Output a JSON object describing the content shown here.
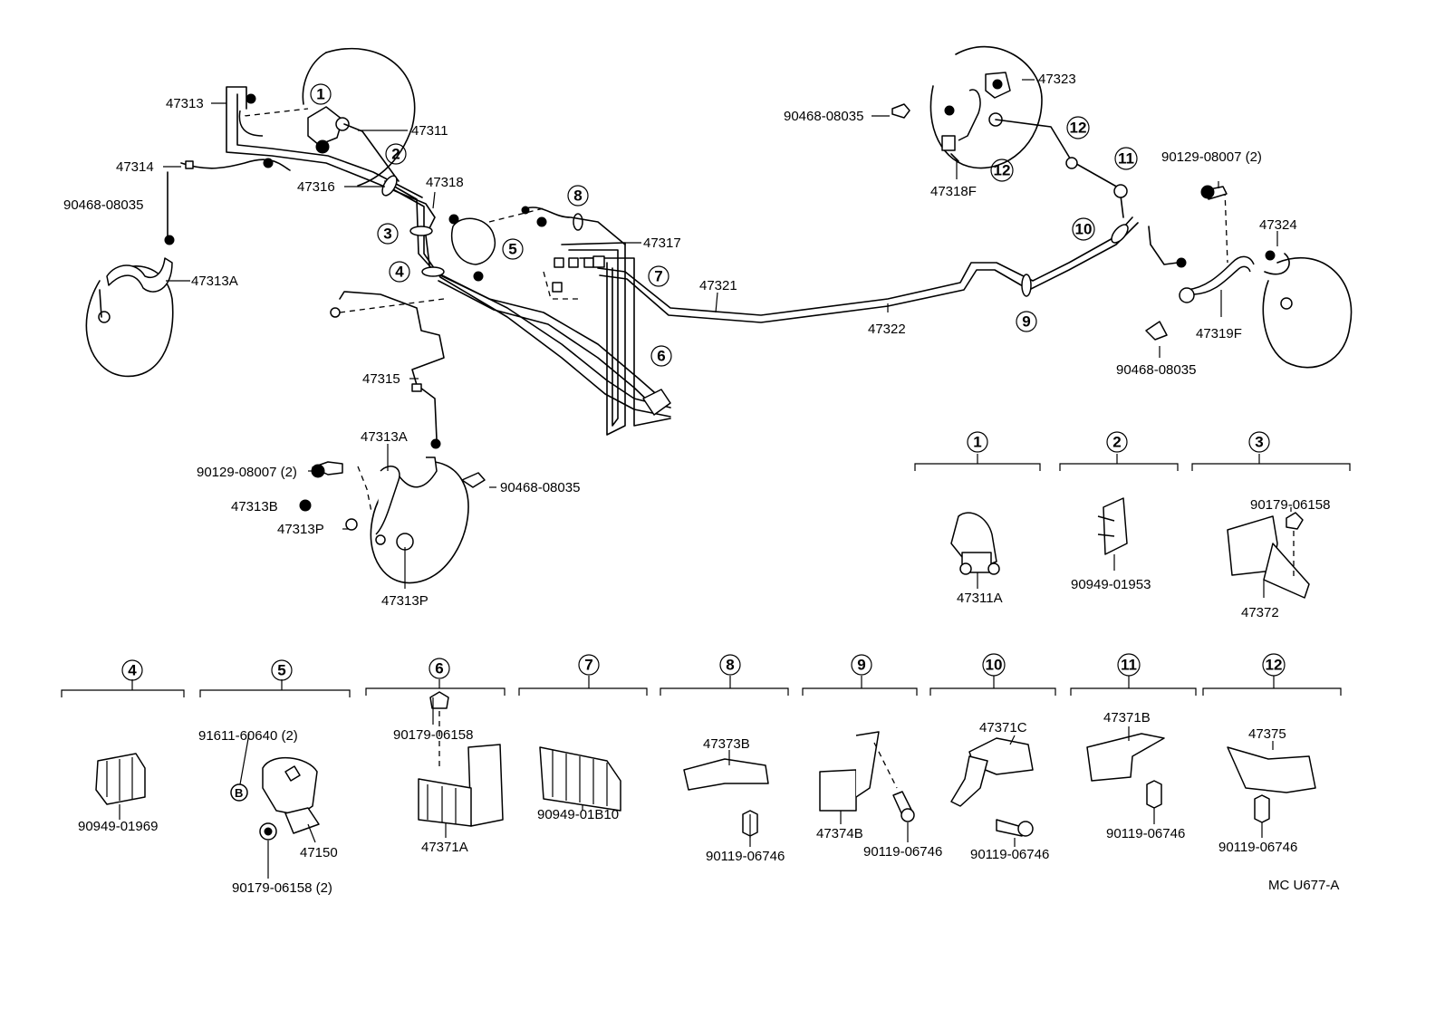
{
  "diagram_code": "MC U677-A",
  "labels": {
    "p47313": "47313",
    "p47311": "47311",
    "p47314": "47314",
    "p47316": "47316",
    "p90468_a": "90468-08035",
    "p47313A_a": "47313A",
    "p47318": "47318",
    "p47317": "47317",
    "p47321": "47321",
    "p47322": "47322",
    "p47315": "47315",
    "p47313A_b": "47313A",
    "p90129_a": "90129-08007 (2)",
    "p47313B": "47313B",
    "p47313P_a": "47313P",
    "p47313P_b": "47313P",
    "p90468_b": "90468-08035",
    "p47323": "47323",
    "p90468_c": "90468-08035",
    "p47318F": "47318F",
    "p90129_b": "90129-08007 (2)",
    "p47324": "47324",
    "p47319F": "47319F",
    "p90468_d": "90468-08035",
    "p47311A": "47311A",
    "p90949_01953": "90949-01953",
    "p90179_a": "90179-06158",
    "p47372": "47372",
    "p90949_01969": "90949-01969",
    "p91611": "91611-60640 (2)",
    "pB": "B",
    "p47150": "47150",
    "p90179_b": "90179-06158 (2)",
    "p90179_c": "90179-06158",
    "p47371A": "47371A",
    "p90949_01B10": "90949-01B10",
    "p47373B": "47373B",
    "p90119_a": "90119-06746",
    "p47374B": "47374B",
    "p90119_b": "90119-06746",
    "p47371C": "47371C",
    "p90119_c": "90119-06746",
    "p47371B": "47371B",
    "p90119_d": "90119-06746",
    "p47375": "47375",
    "p90119_e": "90119-06746"
  },
  "callouts": [
    "①",
    "②",
    "③",
    "④",
    "⑤",
    "⑥",
    "⑦",
    "⑧",
    "⑨",
    "⑩",
    "⑪",
    "⑫"
  ]
}
